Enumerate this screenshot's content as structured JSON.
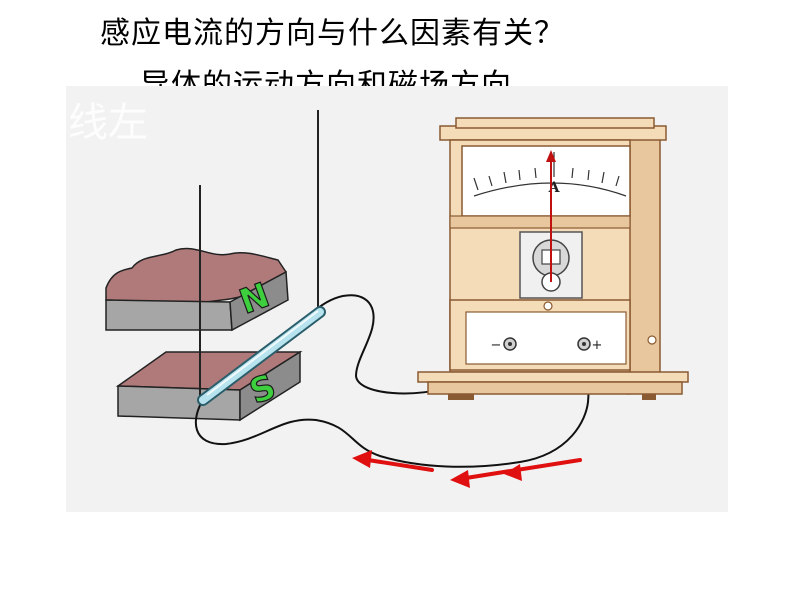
{
  "header": {
    "question": "感应电流的方向与什么因素有关？",
    "answer": "导体的运动方向和磁场方向"
  },
  "watermark": "线左",
  "magnet": {
    "north_label": "N",
    "south_label": "S",
    "label_color": "#3ecf3e"
  },
  "ammeter": {
    "unit_label": "A",
    "minus_label": "−",
    "plus_label": "+"
  },
  "colors": {
    "wood": "#f5dcb8",
    "wood_stroke": "#8a5a32",
    "arrow": "#e01010",
    "magnet_top": "#b07a7a",
    "magnet_side": "#a6a6a6"
  }
}
